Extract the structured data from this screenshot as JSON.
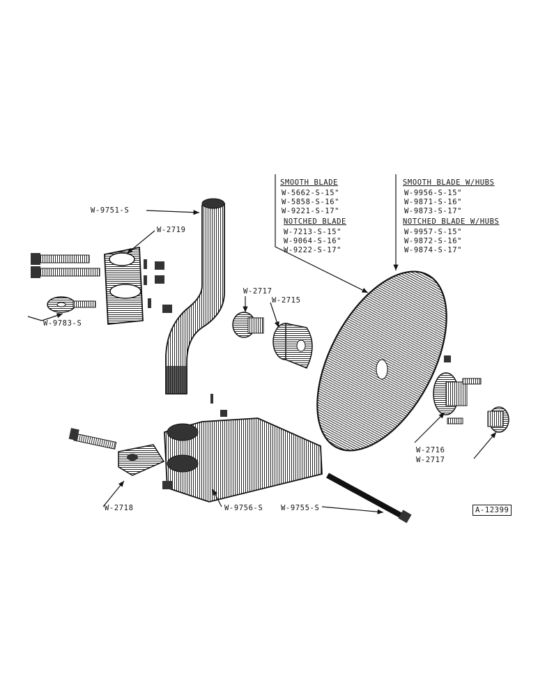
{
  "parts": {
    "w9751s": "W-9751-S",
    "w2719": "W-2719",
    "w9783s": "W-9783-S",
    "w2717_left": "W-2717",
    "w2715": "W-2715",
    "w2716": "W-2716",
    "w2717_right": "W-2717",
    "w2718": "W-2718",
    "w9756s": "W-9756-S",
    "w9755s": "W-9755-S"
  },
  "blade_table": {
    "smooth_blade": {
      "heading": "SMOOTH BLADE",
      "items": [
        "W-5662-S-15\"",
        "W-5858-S-16\"",
        "W-9221-S-17\""
      ]
    },
    "notched_blade": {
      "heading": "NOTCHED BLADE",
      "items": [
        "W-7213-S-15\"",
        "W-9064-S-16\"",
        "W-9222-S-17\""
      ]
    },
    "smooth_blade_hubs": {
      "heading": "SMOOTH BLADE W/HUBS",
      "items": [
        "W-9956-S-15\"",
        "W-9871-S-16\"",
        "W-9873-S-17\""
      ]
    },
    "notched_blade_hubs": {
      "heading": "NOTCHED BLADE W/HUBS",
      "items": [
        "W-9957-S-15\"",
        "W-9872-S-16\"",
        "W-9874-S-17\""
      ]
    }
  },
  "figure_id": "A-12399"
}
